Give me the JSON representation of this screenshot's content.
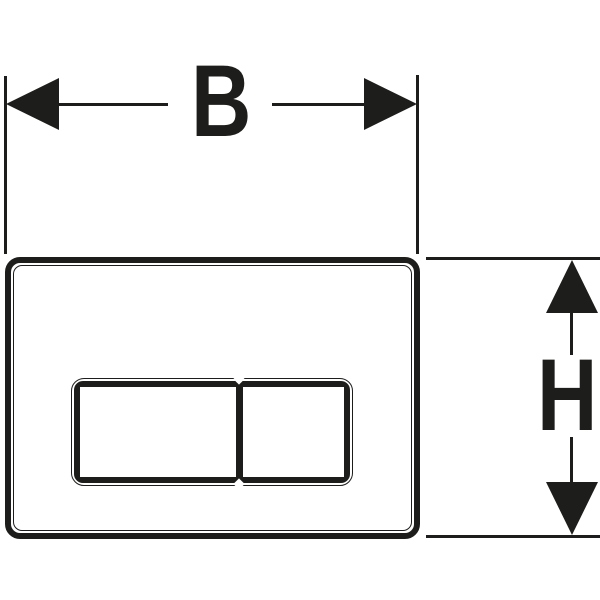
{
  "diagram": {
    "type": "technical-dimension-drawing",
    "labels": {
      "width": "B",
      "height": "H"
    },
    "colors": {
      "ink": "#1d1d1b",
      "background": "#ffffff"
    }
  }
}
